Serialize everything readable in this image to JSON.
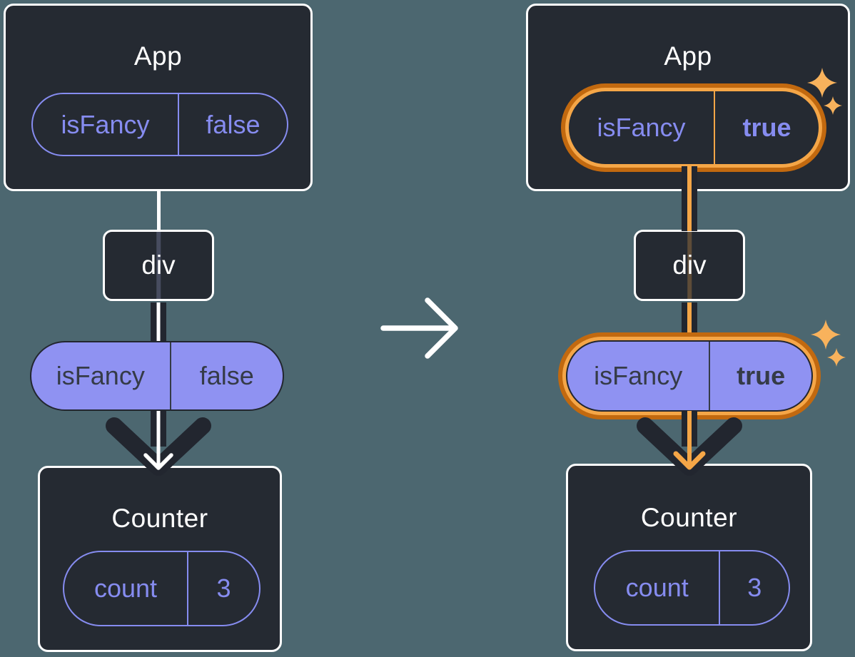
{
  "colors": {
    "background": "#4C6770",
    "card": "#252A32",
    "card_border": "#FFFFFF",
    "purple": "#868CF0",
    "purple_fill": "#8F92F2",
    "dark_text": "#353B47",
    "dark_line": "#22262F",
    "orange": "#F5A647",
    "orange_dark": "#C2690F",
    "sparkle": "#F8B25C",
    "white": "#FFFFFF"
  },
  "before_tree": {
    "app_title": "App",
    "app_prop": {
      "name": "isFancy",
      "value": "false"
    },
    "div_label": "div",
    "passed_prop": {
      "name": "isFancy",
      "value": "false"
    },
    "counter_title": "Counter",
    "counter_state": {
      "name": "count",
      "value": "3"
    }
  },
  "after_tree": {
    "app_title": "App",
    "app_prop": {
      "name": "isFancy",
      "value": "true"
    },
    "div_label": "div",
    "passed_prop": {
      "name": "isFancy",
      "value": "true"
    },
    "counter_title": "Counter",
    "counter_state": {
      "name": "count",
      "value": "3"
    }
  }
}
